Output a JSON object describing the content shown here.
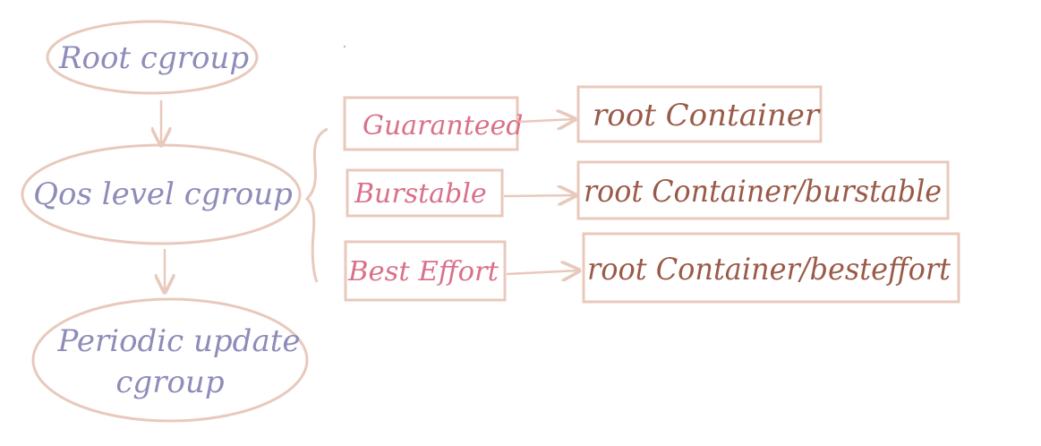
{
  "diagram": {
    "nodes": {
      "root": {
        "label": "Root cgroup"
      },
      "qos": {
        "label": "Qos level cgroup"
      },
      "periodic": {
        "line1": "Periodic update",
        "line2": "cgroup"
      }
    },
    "qos_classes": [
      {
        "label": "Guaranteed",
        "target": "root Container"
      },
      {
        "label": "Burstable",
        "target": "root Container/burstable"
      },
      {
        "label": "Best Effort",
        "target": "root Container/besteffort"
      }
    ],
    "colors": {
      "outline": "#e8c9bc",
      "node_text": "#8e8cb8",
      "qos_text": "#d9708a",
      "path_text": "#9a5a48"
    }
  }
}
